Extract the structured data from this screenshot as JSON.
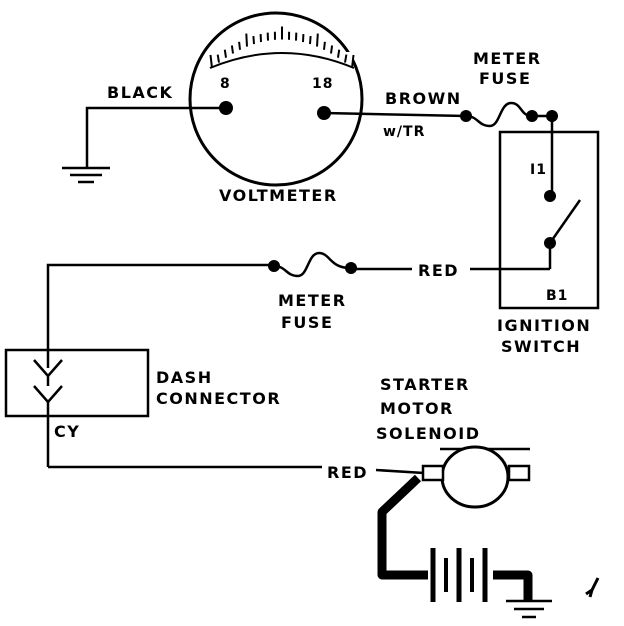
{
  "voltmeter": {
    "label": "VOLTMETER",
    "scale_min": "8",
    "scale_max": "18"
  },
  "wires": {
    "black": "BLACK",
    "brown": "BROWN",
    "brown_tracer": "w/TR",
    "red_top": "RED",
    "red_bottom": "RED"
  },
  "fuses": {
    "top": [
      "METER",
      "FUSE"
    ],
    "bottom": [
      "METER",
      "FUSE"
    ]
  },
  "ignition_switch": {
    "label": [
      "IGNITION",
      "SWITCH"
    ],
    "terminal_i1": "I1",
    "terminal_b1": "B1"
  },
  "dash_connector": {
    "label": [
      "DASH",
      "CONNECTOR"
    ],
    "cavity": "CY"
  },
  "starter": {
    "label": [
      "STARTER",
      "MOTOR",
      "SOLENOID"
    ]
  }
}
